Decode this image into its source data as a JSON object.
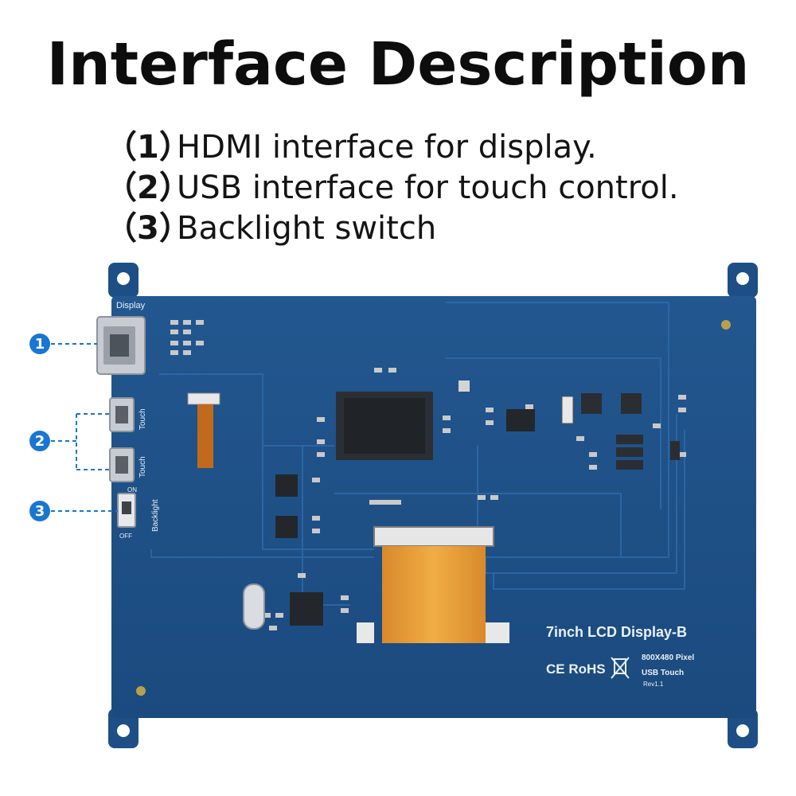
{
  "header": {
    "title": "Interface Description"
  },
  "items": [
    {
      "num": "（1）",
      "text": "HDMI interface for display."
    },
    {
      "num": "（2）",
      "text": "USB interface for touch control."
    },
    {
      "num": "（3）",
      "text": "Backlight switch"
    }
  ],
  "callouts": [
    "1",
    "2",
    "3"
  ],
  "board": {
    "display_label": "Display",
    "touch_label_1": "Touch",
    "touch_label_2": "Touch",
    "backlight_label": "Backlight",
    "on_label": "ON",
    "off_label": "OFF",
    "product_name": "7inch LCD Display-B",
    "certifications": "CE RoHS",
    "resolution": "800X480  Pixel",
    "touch_type": "USB Touch",
    "revision": "Rev1.1"
  },
  "colors": {
    "pcb": "#1d4f86",
    "pcb_dark": "#163f6e",
    "callout": "#1976d2",
    "fpc": "#e39a2b"
  }
}
